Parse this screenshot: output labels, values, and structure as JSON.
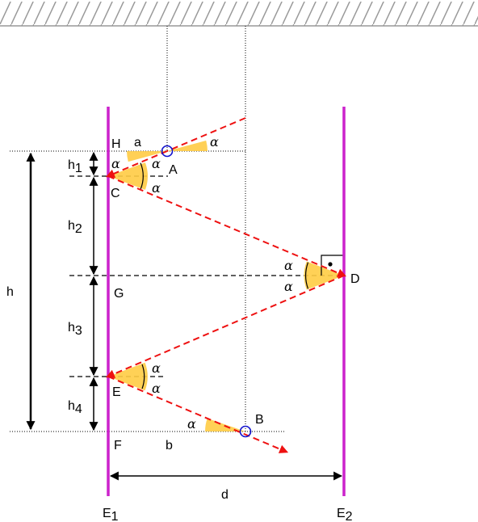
{
  "labels": {
    "H": "H",
    "a": "a",
    "A": "A",
    "C": "C",
    "D": "D",
    "G": "G",
    "E": "E",
    "B": "B",
    "F": "F",
    "b": "b",
    "d": "d",
    "h": "h",
    "h1": "h",
    "h1_sub": "1",
    "h2": "h",
    "h2_sub": "2",
    "h3": "h",
    "h3_sub": "3",
    "h4": "h",
    "h4_sub": "4",
    "E1": "E",
    "E1_sub": "1",
    "E2": "E",
    "E2_sub": "2",
    "alpha": "α"
  },
  "colors": {
    "mirror": "#cc22cc",
    "ray": "#ee1111",
    "angle_fill": "#ffcc44",
    "point_circle": "#1111cc",
    "guide": "#000000",
    "ceiling": "#999999"
  }
}
